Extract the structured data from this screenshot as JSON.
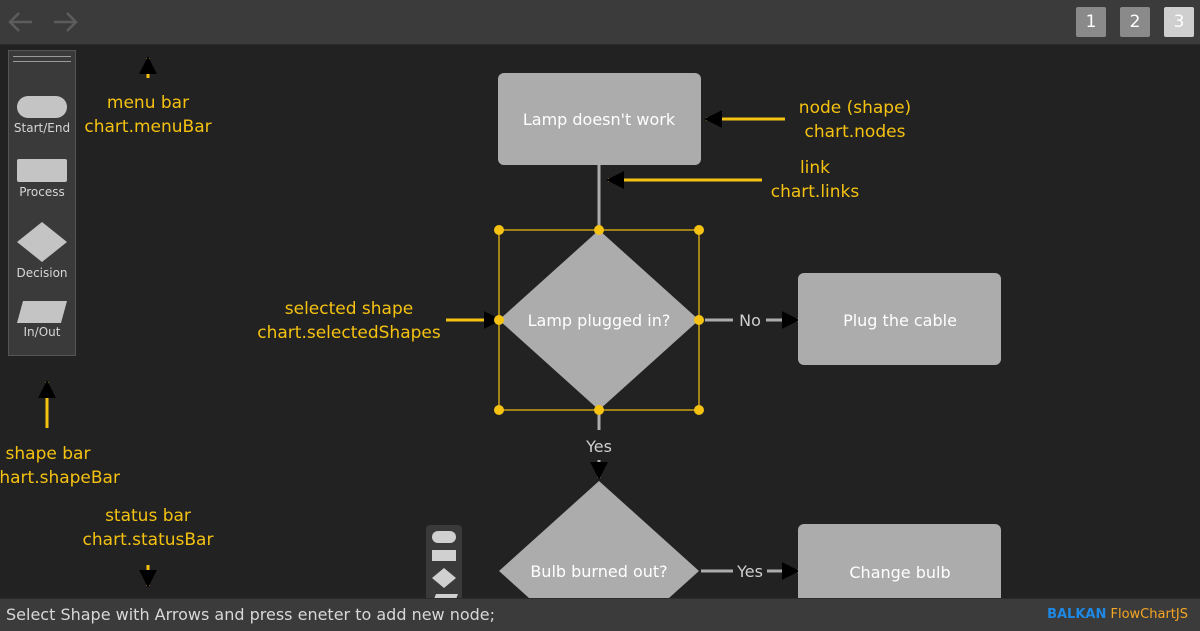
{
  "menu_bar": {
    "nav": {
      "back_icon": "arrow-left-icon",
      "forward_icon": "arrow-right-icon"
    },
    "pages": [
      {
        "label": "1",
        "active": false
      },
      {
        "label": "2",
        "active": false
      },
      {
        "label": "3",
        "active": true
      }
    ]
  },
  "shape_bar": {
    "items": [
      {
        "label": "Start/End",
        "icon": "start-end-shape-icon"
      },
      {
        "label": "Process",
        "icon": "process-shape-icon"
      },
      {
        "label": "Decision",
        "icon": "decision-shape-icon"
      },
      {
        "label": "In/Out",
        "icon": "in-out-shape-icon"
      }
    ]
  },
  "annotations": {
    "menu_bar": {
      "title": "menu bar",
      "code": "chart.menuBar"
    },
    "shape_bar": {
      "title": "shape bar",
      "code": "chart.shapeBar"
    },
    "status_bar": {
      "title": "status bar",
      "code": "chart.statusBar"
    },
    "node": {
      "title": "node (shape)",
      "code": "chart.nodes"
    },
    "link": {
      "title": "link",
      "code": "chart.links"
    },
    "selected": {
      "title": "selected shape",
      "code": "chart.selectedShapes"
    }
  },
  "flowchart": {
    "nodes": {
      "lamp": "Lamp doesn't work",
      "plugged": "Lamp plugged in?",
      "plug_cable": "Plug the cable",
      "bulb": "Bulb burned out?",
      "change_bulb": "Change bulb"
    },
    "links": {
      "no": "No",
      "yes1": "Yes",
      "yes2": "Yes"
    }
  },
  "status_bar": {
    "message": "Select Shape with Arrows and press eneter to add new node;",
    "brand_1": "BALKAN",
    "brand_2": "FlowChartJS"
  },
  "colors": {
    "background": "#222222",
    "bar": "#3b3b3b",
    "node_fill": "#acacac",
    "accent": "#f5c211",
    "brand_blue": "#1e88e5",
    "brand_orange": "#f5a623"
  }
}
